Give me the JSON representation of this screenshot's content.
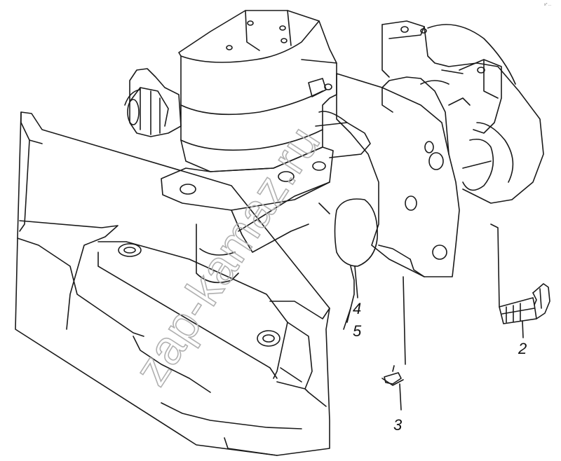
{
  "labels": {
    "part_4": "4",
    "part_5": "5",
    "part_2": "2",
    "part_3": "3"
  },
  "watermark": {
    "text": "zap-kamaz.ru",
    "color": "#b0b0b0"
  },
  "corner_mark": "x° ...",
  "colors": {
    "line": "#1a1a1a",
    "background": "#ffffff"
  }
}
